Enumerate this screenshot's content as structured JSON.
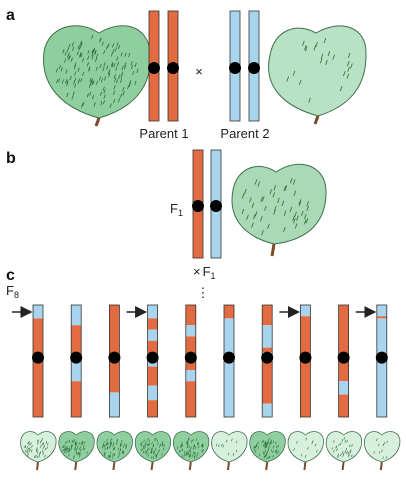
{
  "panels": {
    "a": {
      "label": "a",
      "parent1": "Parent 1",
      "parent2": "Parent 2",
      "cross": "×"
    },
    "b": {
      "label": "b",
      "f1_base": "F",
      "f1_sub": "1"
    },
    "c": {
      "label": "c",
      "cross": "×",
      "f1_base": "F",
      "f1_sub": "1",
      "ellipsis": "⋮",
      "f8_base": "F",
      "f8_sub": "8"
    }
  },
  "colors": {
    "parent1_chromosome": "#e36b42",
    "parent2_chromosome": "#a8d4ee",
    "centromere": "#000000",
    "leaf_fill": "#8fcf9f",
    "leaf_light": "#d7efdd",
    "petiole": "#7a4b2a"
  },
  "icons": {
    "arrow": "right-arrow-icon",
    "leaf": "leaf-icon"
  },
  "f8_lines": [
    {
      "segments": [
        [
          "blue",
          0,
          0.12
        ],
        [
          "orange",
          0.12,
          1
        ]
      ],
      "arrow": true,
      "hair": "high"
    },
    {
      "segments": [
        [
          "blue",
          0,
          0.18
        ],
        [
          "orange",
          0.18,
          0.48
        ],
        [
          "blue",
          0.48,
          0.68
        ],
        [
          "orange",
          0.68,
          1
        ]
      ],
      "arrow": false,
      "hair": "dense"
    },
    {
      "segments": [
        [
          "orange",
          0,
          0.78
        ],
        [
          "blue",
          0.78,
          1
        ]
      ],
      "arrow": false,
      "hair": "dense"
    },
    {
      "segments": [
        [
          "blue",
          0,
          0.12
        ],
        [
          "orange",
          0.12,
          0.22
        ],
        [
          "blue",
          0.22,
          0.32
        ],
        [
          "orange",
          0.32,
          0.45
        ],
        [
          "blue",
          0.45,
          0.55
        ],
        [
          "orange",
          0.55,
          0.72
        ],
        [
          "blue",
          0.72,
          0.85
        ],
        [
          "orange",
          0.85,
          1
        ]
      ],
      "arrow": true,
      "hair": "dense"
    },
    {
      "segments": [
        [
          "orange",
          0,
          0.18
        ],
        [
          "blue",
          0.18,
          0.28
        ],
        [
          "orange",
          0.28,
          0.58
        ],
        [
          "blue",
          0.58,
          0.68
        ],
        [
          "orange",
          0.68,
          1
        ]
      ],
      "arrow": false,
      "hair": "dense"
    },
    {
      "segments": [
        [
          "orange",
          0,
          0.12
        ],
        [
          "blue",
          0.12,
          1
        ]
      ],
      "arrow": false,
      "hair": "low"
    },
    {
      "segments": [
        [
          "orange",
          0,
          0.18
        ],
        [
          "blue",
          0.18,
          0.38
        ],
        [
          "orange",
          0.38,
          0.42
        ],
        [
          "blue",
          0.42,
          0.5
        ],
        [
          "orange",
          0.5,
          0.88
        ],
        [
          "blue",
          0.88,
          1
        ]
      ],
      "arrow": false,
      "hair": "dense"
    },
    {
      "segments": [
        [
          "blue",
          0,
          0.1
        ],
        [
          "orange",
          0.1,
          1
        ]
      ],
      "arrow": true,
      "hair": "low"
    },
    {
      "segments": [
        [
          "orange",
          0,
          0.68
        ],
        [
          "blue",
          0.68,
          0.8
        ],
        [
          "orange",
          0.8,
          1
        ]
      ],
      "arrow": false,
      "hair": "medium"
    },
    {
      "segments": [
        [
          "blue",
          0,
          0.1
        ],
        [
          "orange",
          0.1,
          0.12
        ],
        [
          "blue",
          0.12,
          1
        ]
      ],
      "arrow": true,
      "hair": "low"
    }
  ]
}
